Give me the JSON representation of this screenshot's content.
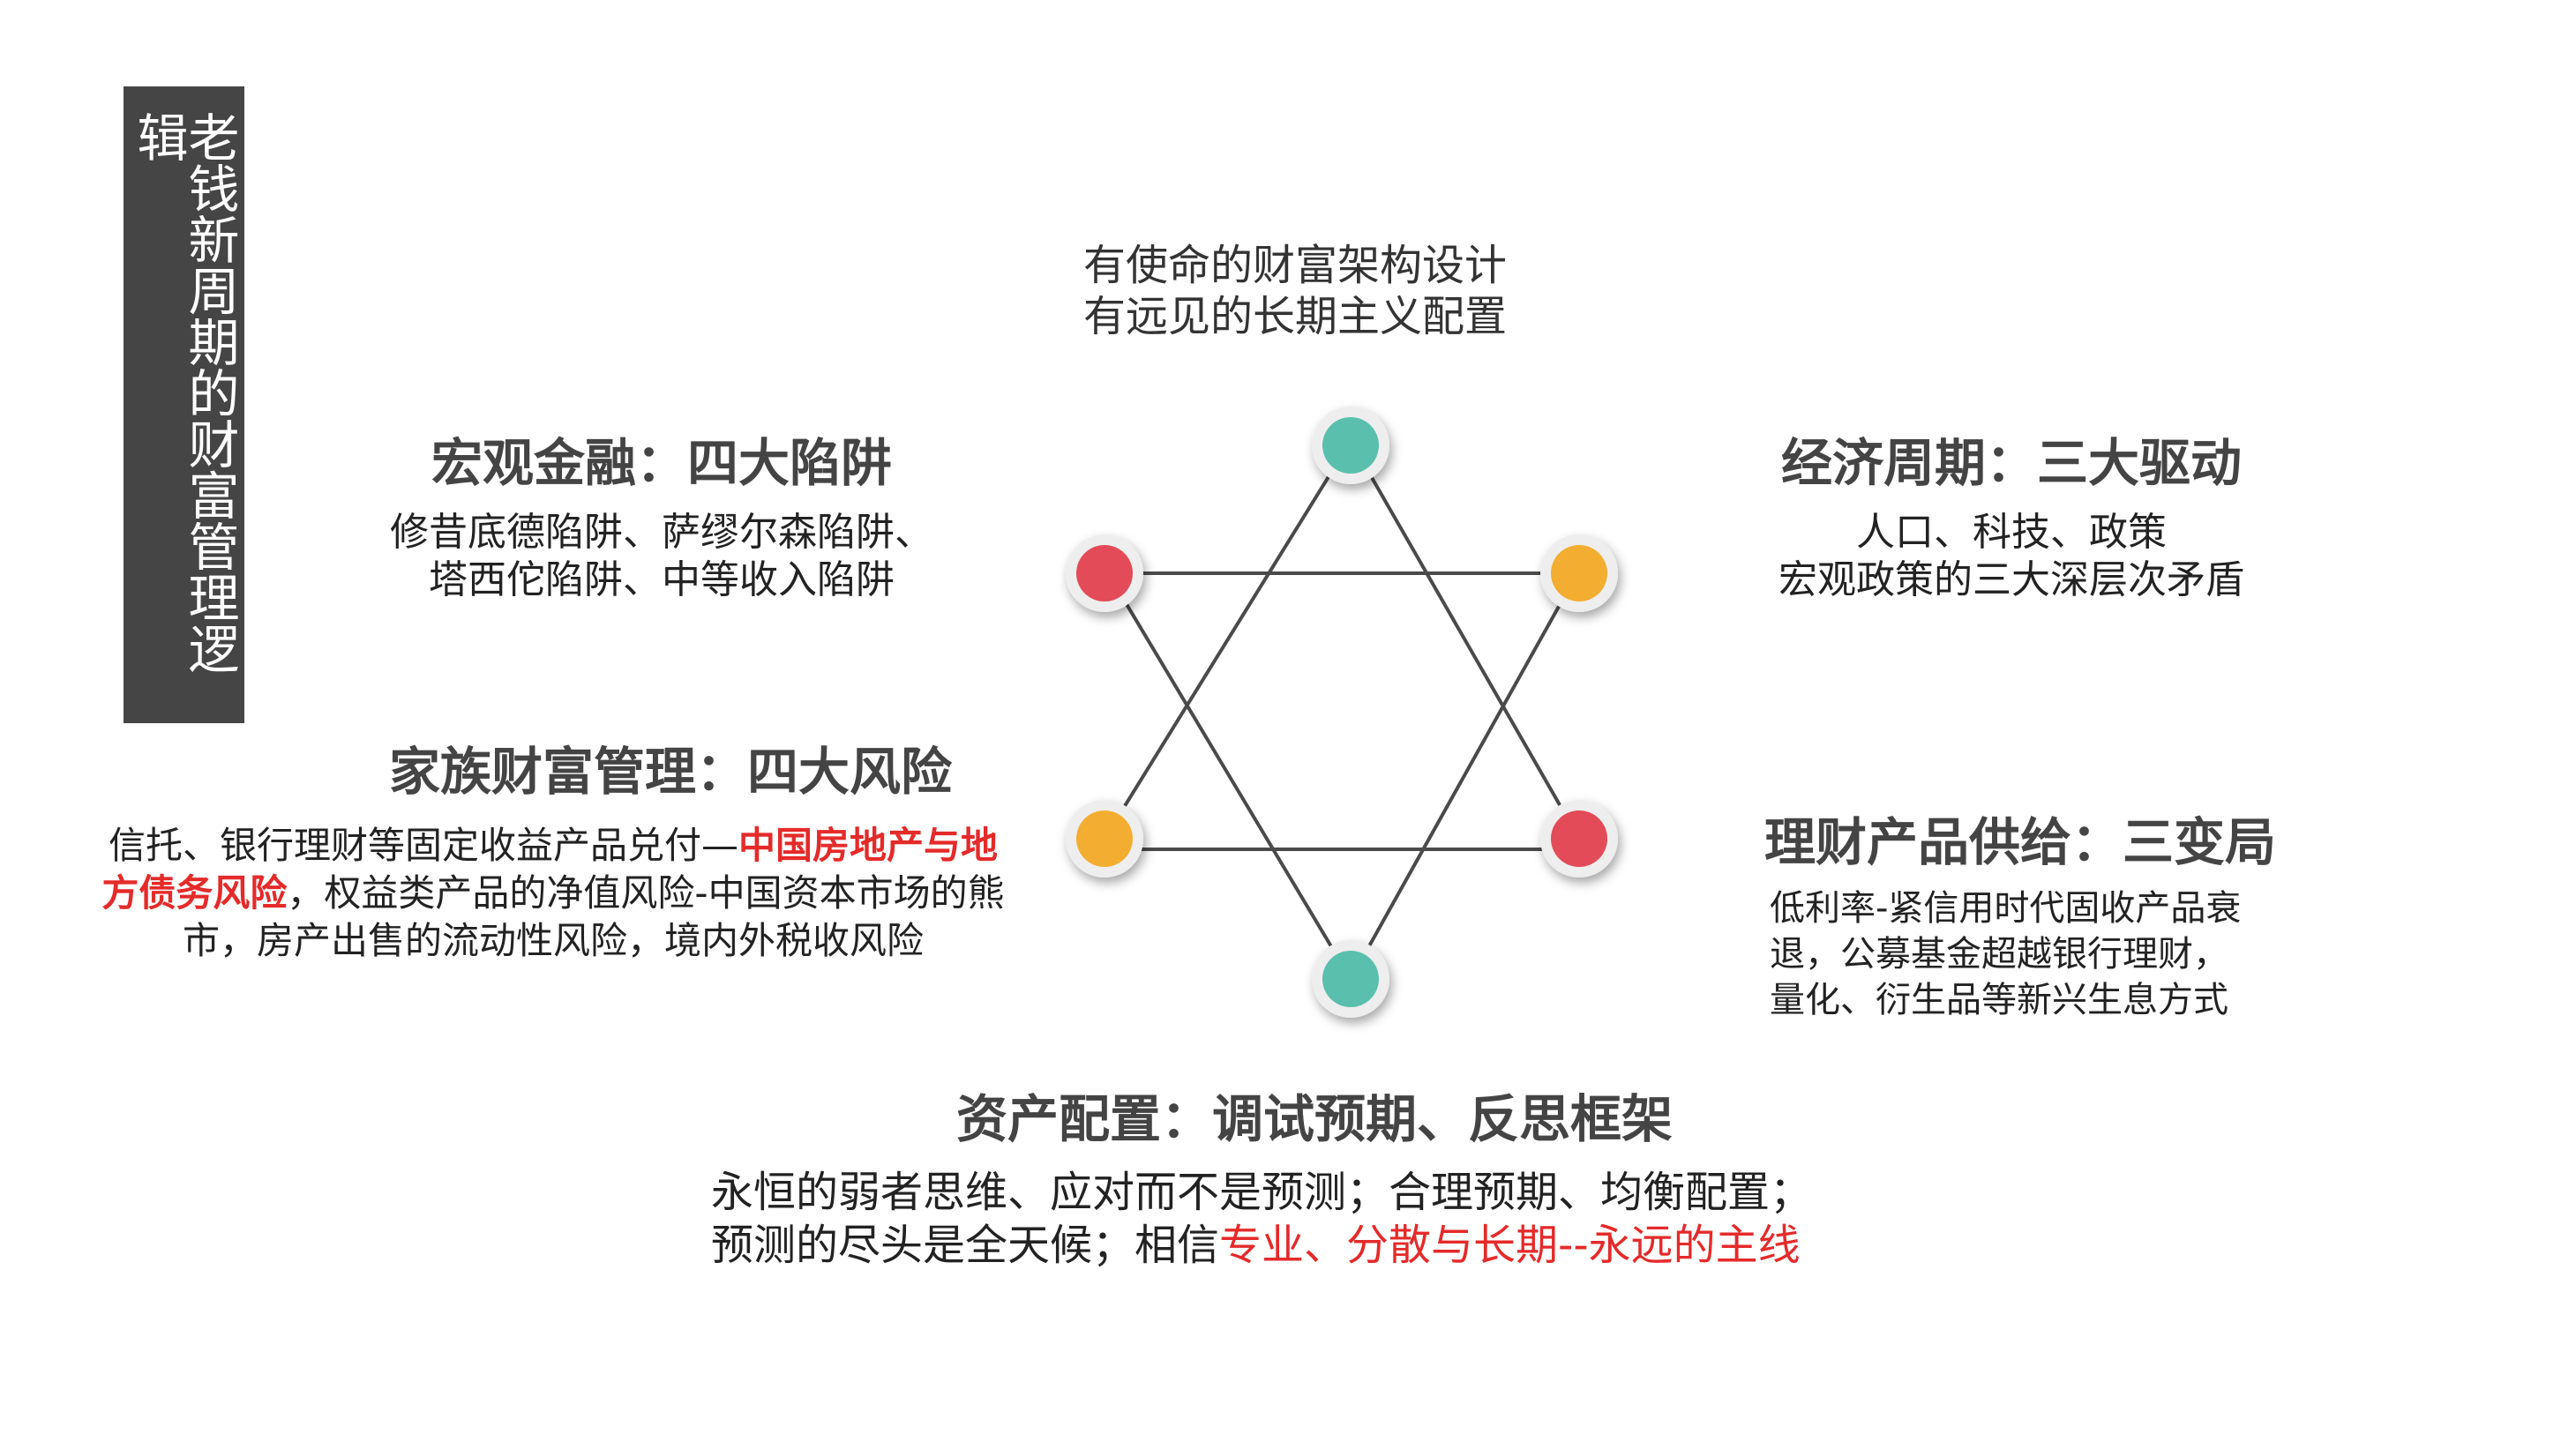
{
  "sidebar": {
    "title": "老钱新周期的财富管理逻辑"
  },
  "top": {
    "line1": "有使命的财富架构设计",
    "line2": "有远见的长期主义配置"
  },
  "macro": {
    "heading": "宏观金融：四大陷阱",
    "line1": "修昔底德陷阱、萨缪尔森陷阱、",
    "line2": "塔西佗陷阱、中等收入陷阱"
  },
  "economic": {
    "heading": "经济周期：三大驱动",
    "line1": "人口、科技、政策",
    "line2": "宏观政策的三大深层次矛盾"
  },
  "family": {
    "heading": "家族财富管理：四大风险",
    "line1_a": "信托、银行理财等固定收益产品兑付—",
    "line1_b": "中国房地产与地",
    "line2_a": "方债务风险",
    "line2_b": "，权益类产品的净值风险-中国资本市场的熊",
    "line3": "市，房产出售的流动性风险，境内外税收风险"
  },
  "products": {
    "heading": "理财产品供给：三变局",
    "line1": "低利率-紧信用时代固收产品衰",
    "line2": "退，公募基金超越银行理财，",
    "line3": "量化、衍生品等新兴生息方式"
  },
  "allocation": {
    "heading": "资产配置：调试预期、反思框架",
    "line1": "永恒的弱者思维、应对而不是预测；合理预期、均衡配置；",
    "line2_a": "预测的尽头是全天候；相信",
    "line2_b": "专业、分散与长期--永远的主线"
  },
  "colors": {
    "teal": "#5bbfad",
    "red": "#e24b57",
    "orange": "#f3ad31",
    "sidebar_bg": "#454545",
    "highlight": "#e52a2a",
    "line": "#4a4a4a"
  }
}
